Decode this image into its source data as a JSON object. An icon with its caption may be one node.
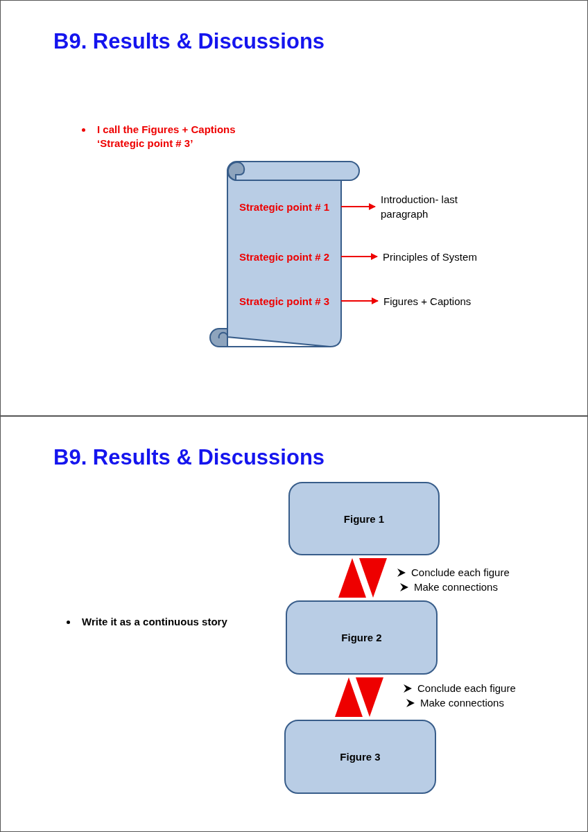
{
  "diagram": {
    "title": "B9. Results & Discussions",
    "nodes": [
      {
        "text": [],
        "shape": "scroll"
      },
      {
        "text": [
          "Strategic point # 1"
        ],
        "in": 0
      },
      {
        "text": [
          "Strategic point # 2"
        ],
        "in": 0
      },
      {
        "text": [
          "Strategic point # 3"
        ],
        "in": 0
      },
      {
        "text": [
          "Introduction- last paragraph"
        ]
      },
      {
        "text": [
          "Principles of System"
        ]
      },
      {
        "text": [
          "Figures + Captions"
        ]
      },
      {
        "text": [
          "Figure 1"
        ]
      },
      {
        "text": [
          "Figure 2"
        ]
      },
      {
        "text": [
          "Figure 3"
        ]
      }
    ],
    "edges": [
      {
        "from": 1,
        "to": 4,
        "arrow": "to"
      },
      {
        "from": 2,
        "to": 5,
        "arrow": "to"
      },
      {
        "from": 3,
        "to": 6,
        "arrow": "to"
      },
      {
        "from": 8,
        "to": 7,
        "arrow": "to",
        "style": "thick"
      },
      {
        "from": 7,
        "to": 8,
        "arrow": "to",
        "style": "thick"
      },
      {
        "from": 9,
        "to": 8,
        "arrow": "to",
        "style": "thick"
      },
      {
        "from": 8,
        "to": 9,
        "arrow": "to",
        "style": "thick"
      }
    ],
    "labels": [
      "I call the Figures + Captions ‘Strategic point # 3’",
      "B9. Results & Discussions",
      "Conclude each figure",
      "Make connections",
      "Write it as a continuous story",
      "Conclude each figure",
      "Make connections"
    ]
  }
}
